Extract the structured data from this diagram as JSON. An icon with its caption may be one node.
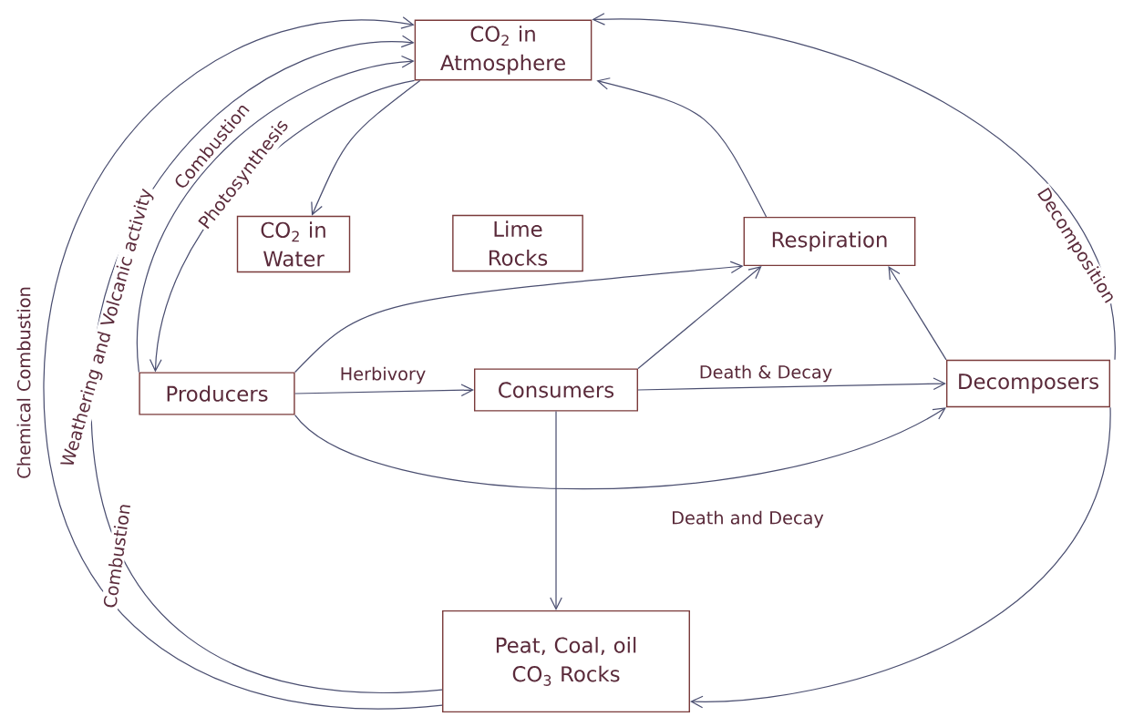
{
  "diagram": {
    "nodes": [
      {
        "text": [
          "CO$_{2}$ in Atmosphere"
        ]
      },
      {
        "text": [
          "CO$_{2}$ in Water"
        ]
      },
      {
        "text": [
          "Lime Rocks"
        ]
      },
      {
        "text": [
          "Respiration"
        ]
      },
      {
        "text": [
          "Producers"
        ]
      },
      {
        "text": [
          "Consumers"
        ]
      },
      {
        "text": [
          "Decomposers"
        ]
      },
      {
        "text": [
          "Peat, Coal, oil CO$_{3}$ Rocks"
        ]
      }
    ],
    "edges": [
      {
        "from": 7,
        "to": 0,
        "arrow": "to",
        "label": "Chemical Combustion"
      },
      {
        "from": 7,
        "to": 0,
        "arrow": "to",
        "label": "Weathering and Volcanic activity"
      },
      {
        "from": 4,
        "to": 0,
        "arrow": "to",
        "label": "Combustion"
      },
      {
        "from": 0,
        "to": 4,
        "arrow": "to",
        "label": "Photosynthesis"
      },
      {
        "from": 0,
        "to": 1,
        "arrow": "to"
      },
      {
        "from": 3,
        "to": 0,
        "arrow": "to"
      },
      {
        "from": 6,
        "to": 0,
        "arrow": "to",
        "label": "Decomposition"
      },
      {
        "from": 6,
        "to": 7,
        "arrow": "to"
      },
      {
        "from": 4,
        "to": 3,
        "arrow": "to"
      },
      {
        "from": 5,
        "to": 3,
        "arrow": "to"
      },
      {
        "from": 6,
        "to": 3,
        "arrow": "to"
      },
      {
        "from": 4,
        "to": 5,
        "arrow": "to",
        "label": "Herbivory"
      },
      {
        "from": 5,
        "to": 6,
        "arrow": "to",
        "label": "Death & Decay"
      },
      {
        "from": 4,
        "to": 6,
        "arrow": "to",
        "label": "Death and Decay"
      },
      {
        "from": 5,
        "to": 7,
        "arrow": "to"
      }
    ],
    "labels": [
      "Combustion"
    ]
  }
}
